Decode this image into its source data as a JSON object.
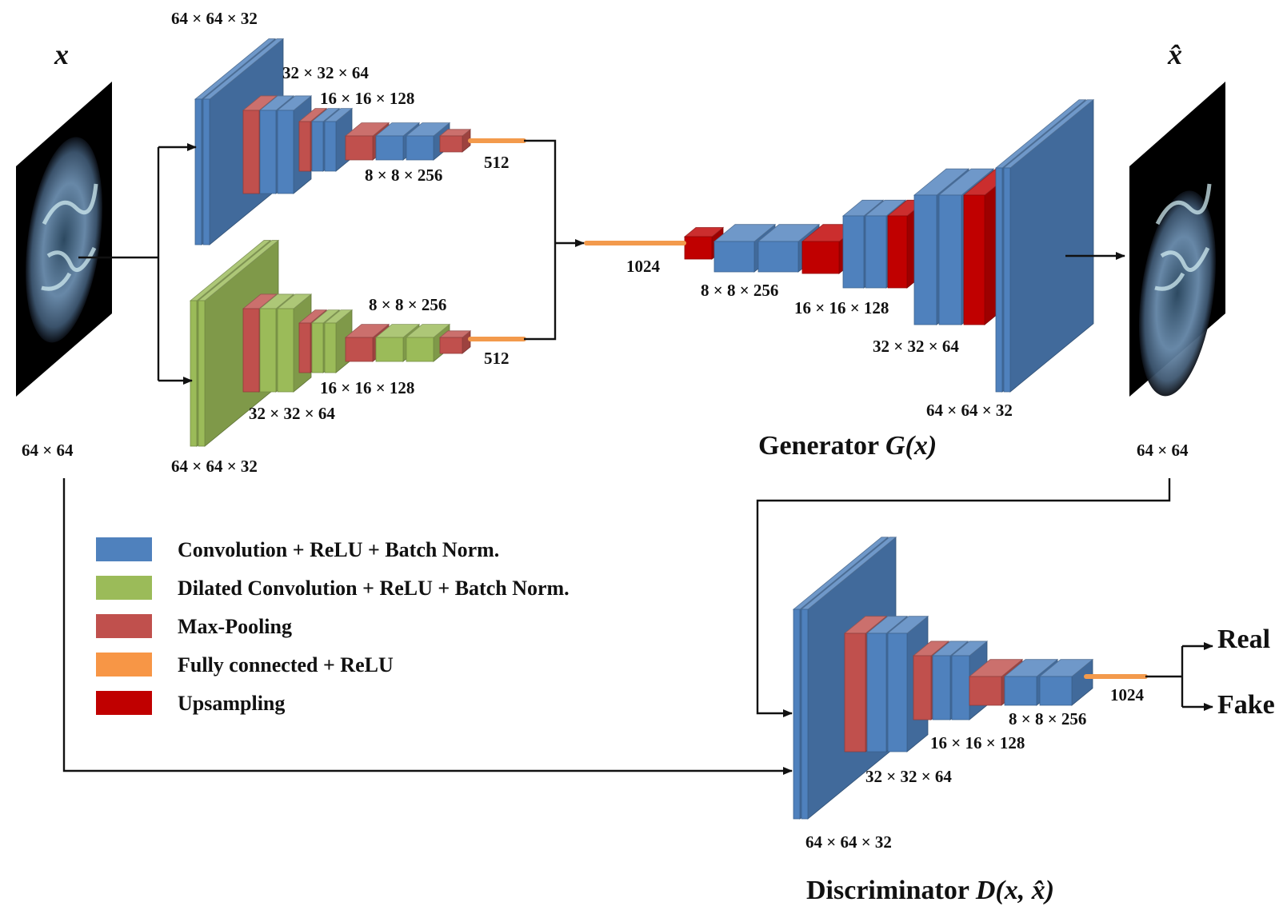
{
  "colors": {
    "conv": "#4f81bd",
    "dilated": "#9bbb59",
    "pool": "#c0504d",
    "fc": "#f79646",
    "upsample": "#c00000"
  },
  "input": {
    "symbol": "x",
    "size": "64 × 64"
  },
  "output": {
    "symbol": "x̂",
    "size": "64 × 64"
  },
  "encoder_top": {
    "labels": [
      "64 × 64 × 32",
      "32 × 32 × 64",
      "16 × 16 × 128",
      "8 × 8 × 256",
      "512"
    ]
  },
  "encoder_bottom": {
    "labels": [
      "8 × 8 × 256",
      "512",
      "16 × 16 × 128",
      "32 × 32 × 64",
      "64 × 64 × 32"
    ]
  },
  "decoder": {
    "labels": [
      "1024",
      "8 × 8 × 256",
      "16 × 16 × 128",
      "32 × 32 × 64",
      "64 × 64 × 32"
    ],
    "title_prefix": "Generator ",
    "title_symbol": "G(x)"
  },
  "discriminator": {
    "labels": [
      "1024",
      "8 × 8 × 256",
      "16 × 16 × 128",
      "32 × 32 × 64",
      "64 × 64 × 32"
    ],
    "title_prefix": "Discriminator ",
    "title_symbol": "D(x, x̂)",
    "outputs": [
      "Real",
      "Fake"
    ]
  },
  "legend": [
    {
      "label": "Convolution + ReLU + Batch Norm.",
      "color": "#4f81bd"
    },
    {
      "label": "Dilated Convolution + ReLU + Batch Norm.",
      "color": "#9bbb59"
    },
    {
      "label": "Max-Pooling",
      "color": "#c0504d"
    },
    {
      "label": "Fully connected + ReLU",
      "color": "#f79646"
    },
    {
      "label": "Upsampling",
      "color": "#c00000"
    }
  ]
}
